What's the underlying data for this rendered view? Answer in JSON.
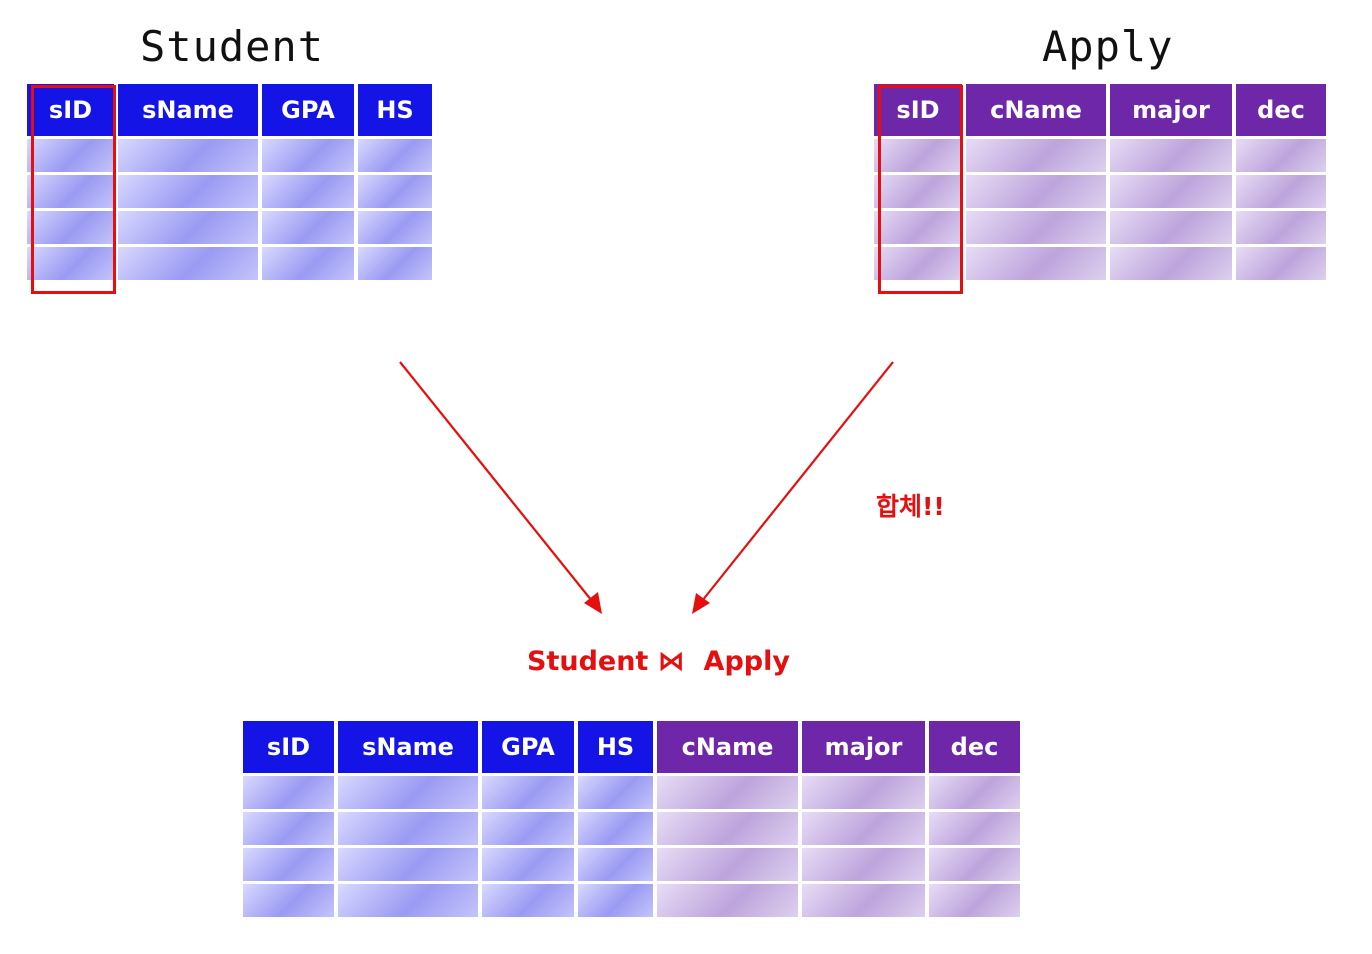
{
  "student": {
    "title": "Student",
    "columns": [
      "sID",
      "sName",
      "GPA",
      "HS"
    ],
    "rows": 4
  },
  "apply": {
    "title": "Apply",
    "columns": [
      "sID",
      "cName",
      "major",
      "dec"
    ],
    "rows": 4
  },
  "result": {
    "label": "Student ⋈  Apply",
    "columns": [
      {
        "name": "sID",
        "source": "student"
      },
      {
        "name": "sName",
        "source": "student"
      },
      {
        "name": "GPA",
        "source": "student"
      },
      {
        "name": "HS",
        "source": "student"
      },
      {
        "name": "cName",
        "source": "apply"
      },
      {
        "name": "major",
        "source": "apply"
      },
      {
        "name": "dec",
        "source": "apply"
      }
    ],
    "rows": 4
  },
  "annotation": "합체!!",
  "highlight": "sID",
  "colors": {
    "student_header": "#1414e6",
    "apply_header": "#6e27a8",
    "annotation": "#e60f0f"
  }
}
